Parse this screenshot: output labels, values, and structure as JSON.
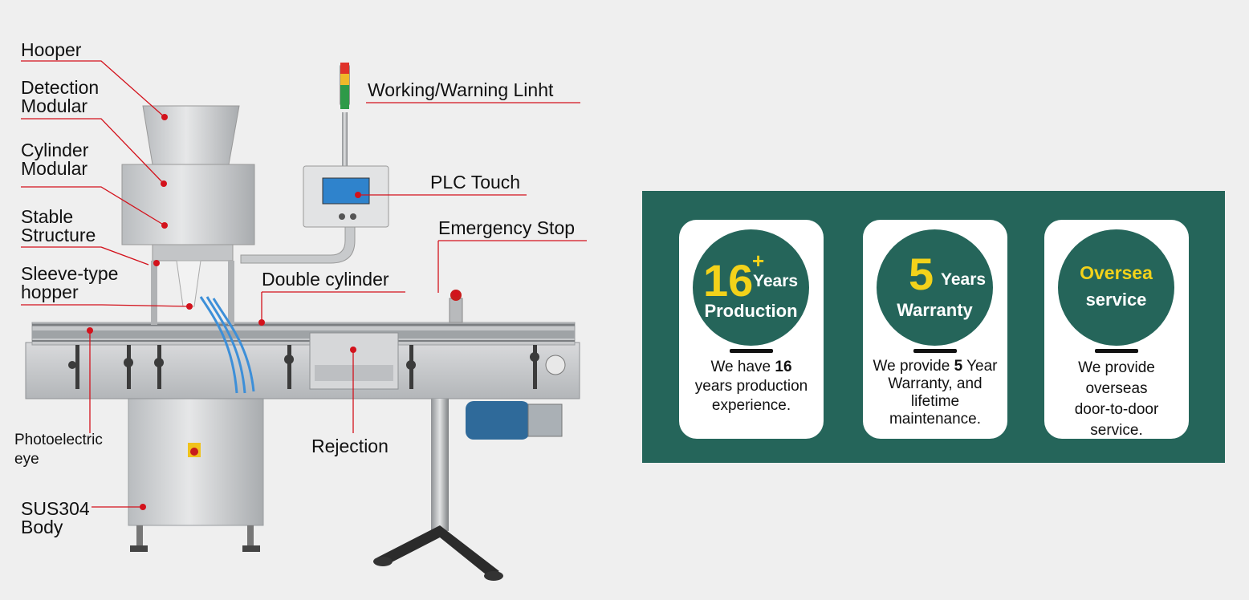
{
  "callouts": [
    {
      "id": "hooper",
      "text": "Hooper"
    },
    {
      "id": "detection",
      "text": "Detection\nModular"
    },
    {
      "id": "cylinder",
      "text": "Cylinder\nModular"
    },
    {
      "id": "stable",
      "text": "Stable\nStructure"
    },
    {
      "id": "sleeve",
      "text": "Sleeve-type\nhopper"
    },
    {
      "id": "photo",
      "text": "Photoelectric\neye"
    },
    {
      "id": "sus",
      "text": "SUS304\nBody"
    },
    {
      "id": "light",
      "text": "Working/Warning Linht"
    },
    {
      "id": "plc",
      "text": "PLC Touch"
    },
    {
      "id": "estop",
      "text": "Emergency Stop"
    },
    {
      "id": "double",
      "text": "Double cylinder"
    },
    {
      "id": "reject",
      "text": "Rejection"
    }
  ],
  "cards": [
    {
      "big": "16",
      "sup": "+",
      "unit": "Years",
      "line2": "Production",
      "desc_pre": "We have ",
      "desc_bold": "16",
      "desc_post": "\nyears production\nexperience."
    },
    {
      "big": "5",
      "unit": "Years",
      "line2": "Warranty",
      "desc_pre": "We provide ",
      "desc_bold": "5",
      "desc_post": " Year\nWarranty, and\nlifetime\nmaintenance."
    },
    {
      "accent": "Oversea",
      "line2": "service",
      "desc_pre": "We provide\noverseas\ndoor-to-door\nservice.",
      "desc_bold": "",
      "desc_post": ""
    }
  ],
  "colors": {
    "panel": "#25655a",
    "accent_yellow": "#f3d21a",
    "leader_red": "#d3121c",
    "metal": "#c9cbcd"
  }
}
